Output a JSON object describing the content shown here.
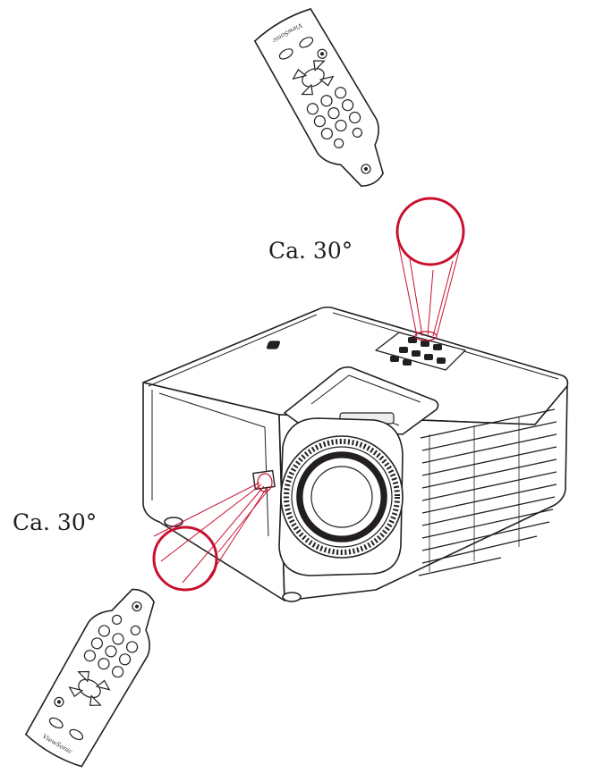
{
  "labels": {
    "top_angle": "Ca. 30°",
    "side_angle": "Ca. 30°"
  },
  "remote": {
    "brand": "ViewSonic"
  },
  "colors": {
    "sensor_ring": "#c8102e",
    "line_art": "#231f20",
    "background": "#ffffff"
  },
  "icons": [
    "remote-control-icon",
    "projector-icon",
    "ir-sensor-icon"
  ]
}
